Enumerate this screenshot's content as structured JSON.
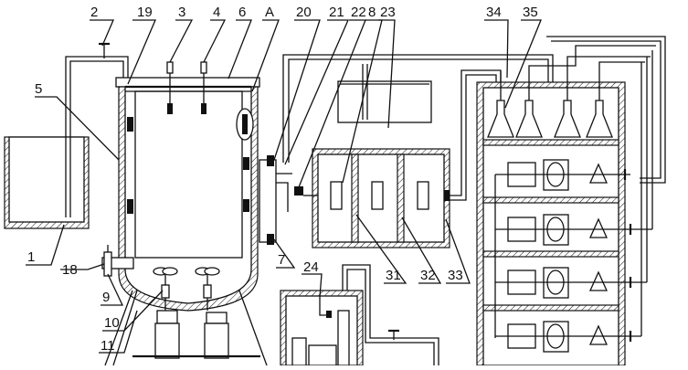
{
  "figure": {
    "labels": {
      "l1": "1",
      "l2": "2",
      "l3": "3",
      "l4": "4",
      "l5": "5",
      "l6": "6",
      "l7": "7",
      "l8": "8",
      "l9": "9",
      "l10": "10",
      "l11": "11",
      "l18": "18",
      "l19": "19",
      "l20": "20",
      "l21": "21",
      "l22": "22",
      "l23": "23",
      "l24": "24",
      "l31": "31",
      "l32": "32",
      "l33": "33",
      "l34": "34",
      "l35": "35",
      "lA": "A"
    }
  }
}
